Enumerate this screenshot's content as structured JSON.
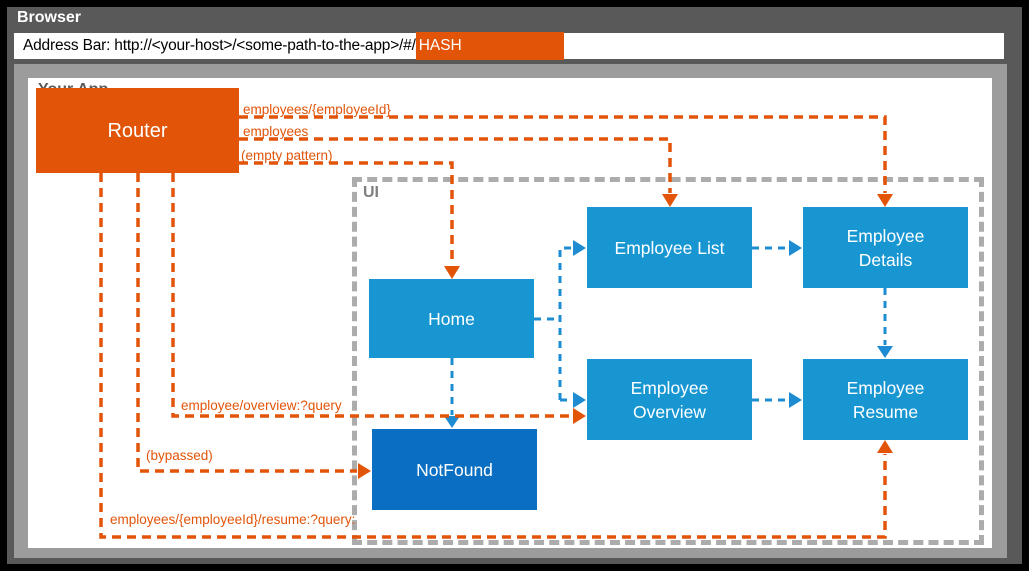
{
  "browser": {
    "title": "Browser",
    "address": {
      "text": "Address Bar: http://<your-host>/<some-path-to-the-app>/#/",
      "highlight": "HASH"
    }
  },
  "app": {
    "title": "Your App",
    "ui_title": "UI"
  },
  "nodes": {
    "router": {
      "label": "Router"
    },
    "home": {
      "label": "Home"
    },
    "employee_list": {
      "label": "Employee List"
    },
    "employee_details": {
      "label": "Employee\nDetails"
    },
    "employee_overview": {
      "label": "Employee\nOverview"
    },
    "employee_resume": {
      "label": "Employee\nResume"
    },
    "notfound": {
      "label": "NotFound"
    }
  },
  "routes": [
    {
      "label": "employees/{employeeId}",
      "to": "Employee Details"
    },
    {
      "label": "employees",
      "to": "Employee List"
    },
    {
      "label": "(empty pattern)",
      "to": "Home"
    },
    {
      "label": "employee/overview:?query",
      "to": "Employee Overview"
    },
    {
      "label": "(bypassed)",
      "to": "NotFound"
    },
    {
      "label": "employees/{employeeId}/resume:?query:",
      "to": "Employee Resume"
    }
  ],
  "ui_flows": [
    {
      "from": "Home",
      "to": "Employee List"
    },
    {
      "from": "Home",
      "to": "Employee Overview"
    },
    {
      "from": "Home",
      "to": "NotFound"
    },
    {
      "from": "Employee List",
      "to": "Employee Details"
    },
    {
      "from": "Employee Details",
      "to": "Employee Resume"
    },
    {
      "from": "Employee Overview",
      "to": "Employee Resume"
    }
  ],
  "colors": {
    "accent_orange": "#E25408",
    "box_blue": "#1796D2",
    "box_dark_blue": "#0A6FC2",
    "arrow_blue": "#1E8CD2",
    "frame_gray": "#9C9C9C",
    "page_gray": "#595959",
    "ui_border_gray": "#ACACAC"
  }
}
